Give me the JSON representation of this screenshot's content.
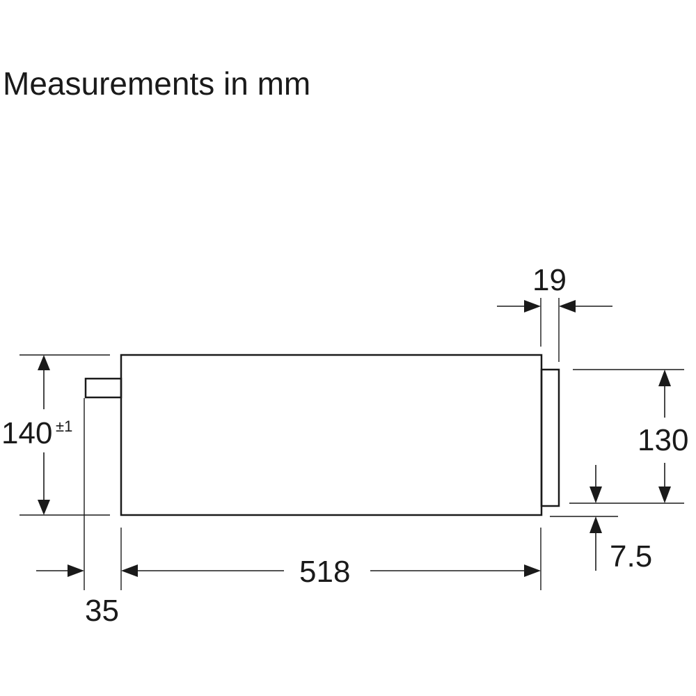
{
  "title": "Measurements in mm",
  "unit": "mm",
  "dimensions": {
    "height": {
      "value": "140",
      "tolerance": "±1"
    },
    "front_height": {
      "value": "130"
    },
    "depth": {
      "value": "518"
    },
    "front_thickness": {
      "value": "19"
    },
    "bottom_offset": {
      "value": "7.5"
    },
    "rear_connector": {
      "value": "35"
    }
  }
}
